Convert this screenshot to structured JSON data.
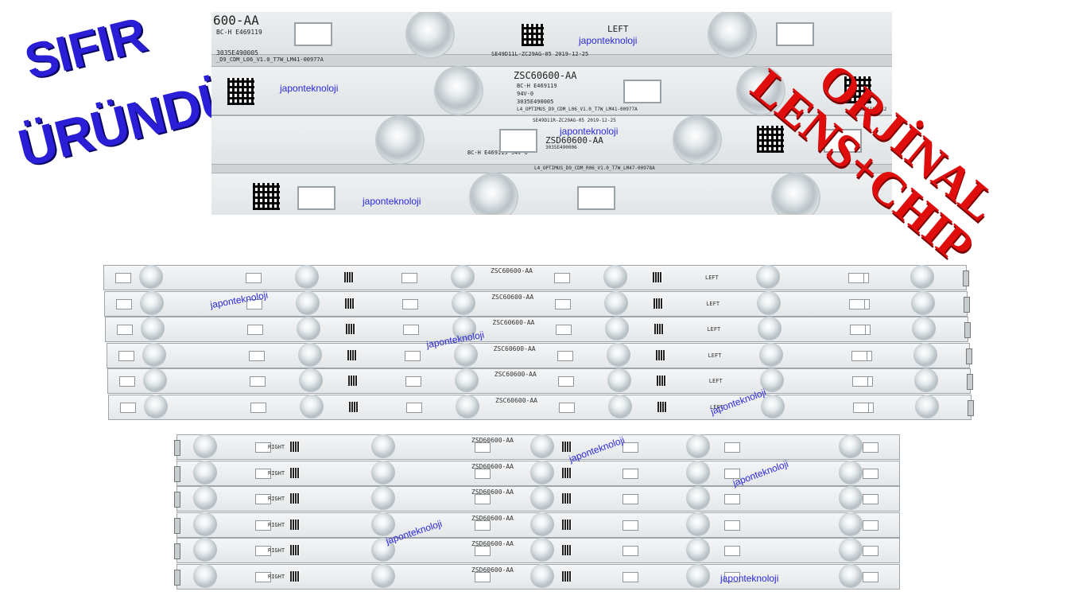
{
  "promo_left": {
    "line1": "SIFIR",
    "line2": "ÜRÜNDÜR"
  },
  "promo_right": {
    "line1": "ORJİNAL",
    "line2": "LENS+CHIP"
  },
  "closeup": {
    "strip1": {
      "part": "600-AA",
      "cert": "BC-H E469119",
      "code": "3035E490005",
      "label_left": "LEFT",
      "serial": "SE49D11L-ZC29AG-05 2019-12-25",
      "firm": "_D9_CDM_L06_V1.0_T7W_LM41-00977A",
      "watermark": "japonteknoloji"
    },
    "strip2": {
      "part": "ZSC60600-AA",
      "cert": "BC-H E469119",
      "rating": "94V-0",
      "code": "3035E490005",
      "firm": "L4_OPTIMUS_D9_CDM_L06_V1.0_T7W_LM41-00977A",
      "serial": "SE49D11L-ZC2",
      "watermark": "japonteknoloji"
    },
    "strip3": {
      "serial": "SE49D11R-ZC29AG-05 2019-12-25",
      "part": "ZSD60600-AA",
      "cert": "BC-H E469119 94V-0",
      "code": "3035E490006",
      "firm": "L4_OPTIMUS_D9_CDM_R06_V1.0_T7W_LM47-00978A",
      "watermark": "japonteknoloji"
    },
    "strip4": {
      "watermark": "japonteknoloji"
    }
  },
  "group_left": {
    "label": "LEFT",
    "part": "ZSC60600-AA",
    "rows": 6,
    "watermarks": [
      "japonteknoloji",
      "japonteknoloji",
      "japonteknoloji"
    ]
  },
  "group_right": {
    "label": "RIGHT",
    "part": "ZSD60600-AA",
    "rows": 6,
    "watermarks": [
      "japonteknoloji",
      "japonteknoloji",
      "japonteknoloji",
      "japonteknoloji"
    ]
  },
  "colors": {
    "promo_left": "#2a1fd6",
    "promo_right": "#e00d0d",
    "watermark": "#2b28d8"
  }
}
